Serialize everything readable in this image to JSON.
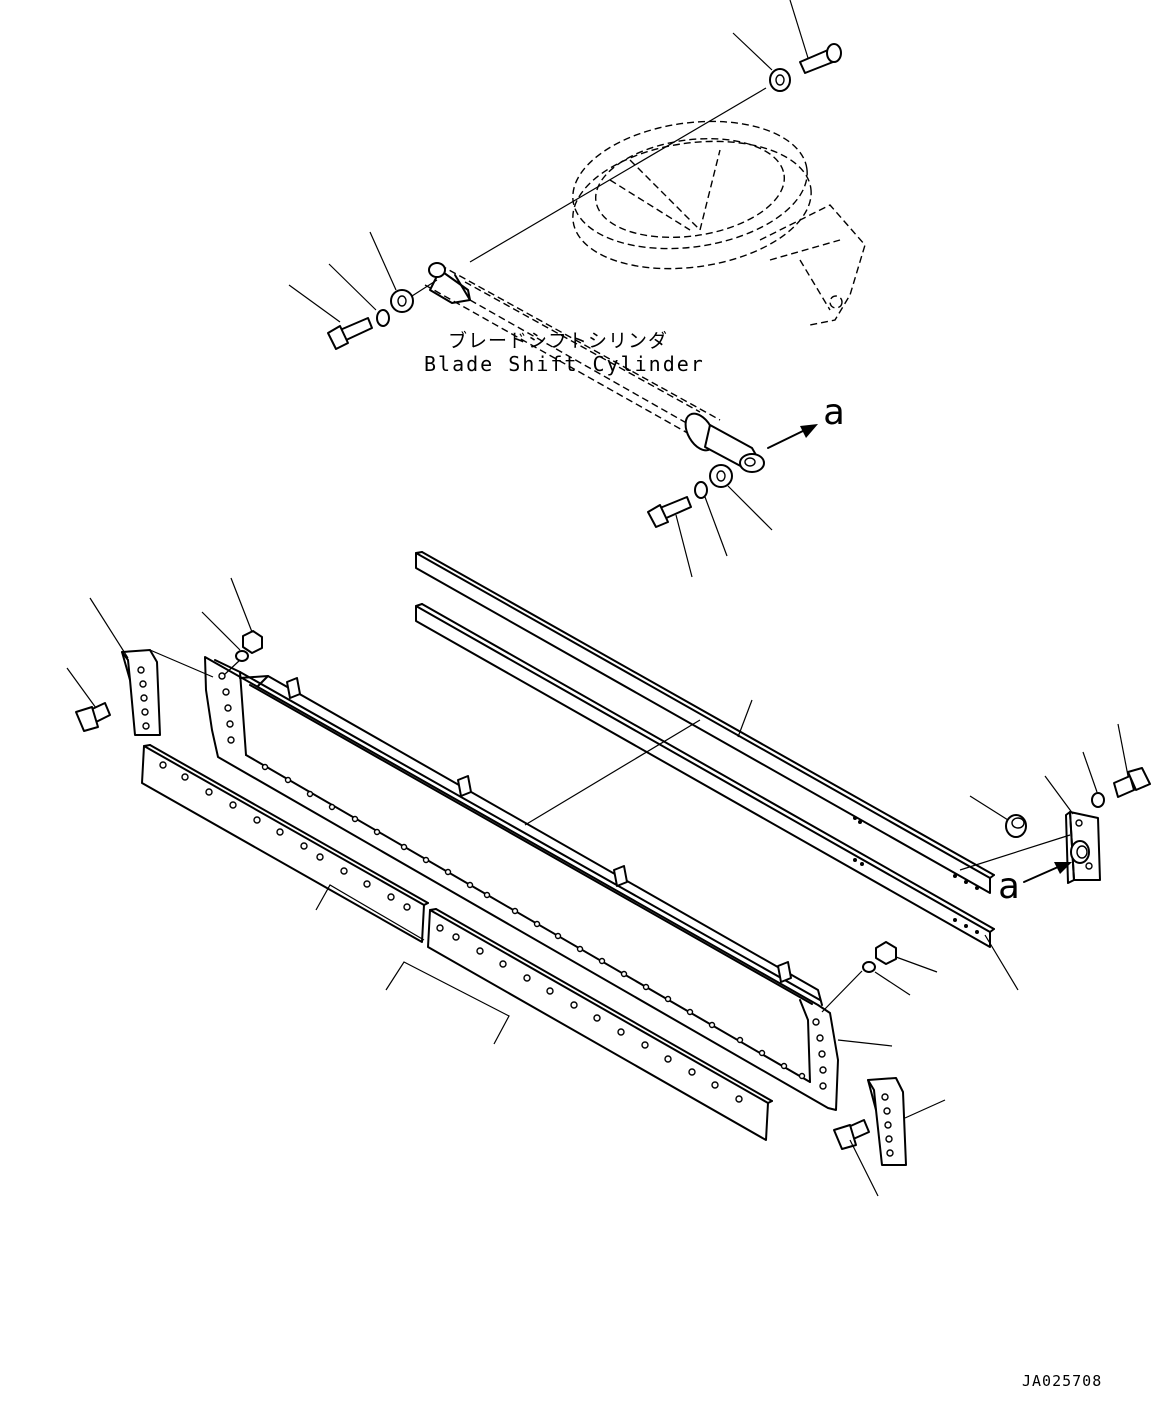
{
  "diagram": {
    "label_jp": "ブレードシフトシリンダ",
    "label_en": "Blade Shift Cylinder",
    "ref_arrow_top": "a",
    "ref_arrow_bottom": "a",
    "drawing_id": "JA025708"
  },
  "colors": {
    "line": "#000000",
    "background": "#ffffff"
  }
}
